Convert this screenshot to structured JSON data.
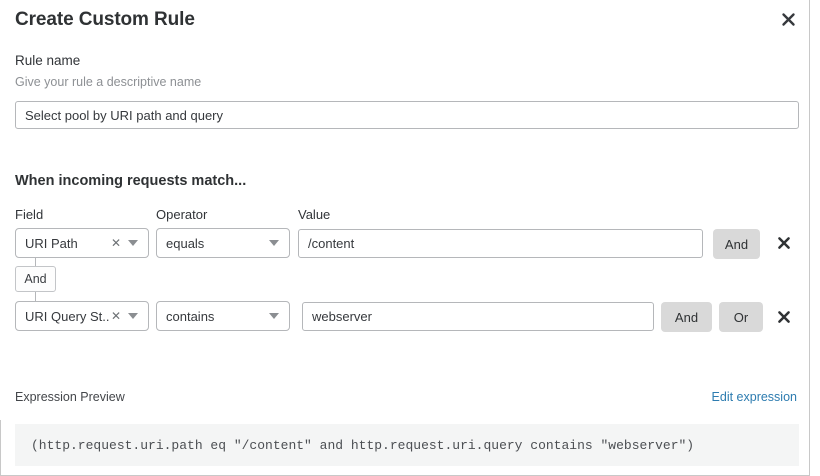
{
  "dialog": {
    "title": "Create Custom Rule",
    "close_icon": "close-icon"
  },
  "rule_name": {
    "label": "Rule name",
    "sublabel": "Give your rule a descriptive name",
    "value": "Select pool by URI path and query",
    "placeholder": "Rule name"
  },
  "match_section": {
    "heading": "When incoming requests match...",
    "column_labels": {
      "field": "Field",
      "operator": "Operator",
      "value": "Value"
    },
    "connector": "And",
    "rows": [
      {
        "field": "URI Path",
        "field_clear_icon": "clear-icon",
        "field_caret_icon": "chevron-down-icon",
        "operator": "equals",
        "operator_caret_icon": "chevron-down-icon",
        "value": "/content",
        "value_placeholder": "Value",
        "and_label": "And",
        "delete_icon": "delete-icon"
      },
      {
        "field": "URI Query St...",
        "field_clear_icon": "clear-icon",
        "field_caret_icon": "chevron-down-icon",
        "operator": "contains",
        "operator_caret_icon": "chevron-down-icon",
        "value": "webserver",
        "value_placeholder": "Value",
        "and_label": "And",
        "or_label": "Or",
        "delete_icon": "delete-icon"
      }
    ]
  },
  "expression_preview": {
    "label": "Expression Preview",
    "edit_link": "Edit expression",
    "code": "(http.request.uri.path eq \"/content\" and http.request.uri.query contains \"webserver\")"
  },
  "colors": {
    "link": "#2d7cb0",
    "pill_bg": "#d9d9d9",
    "border": "#b5b7ba",
    "preview_bg": "#f4f5f5",
    "text": "#36393d",
    "muted_text": "#8d9094"
  }
}
